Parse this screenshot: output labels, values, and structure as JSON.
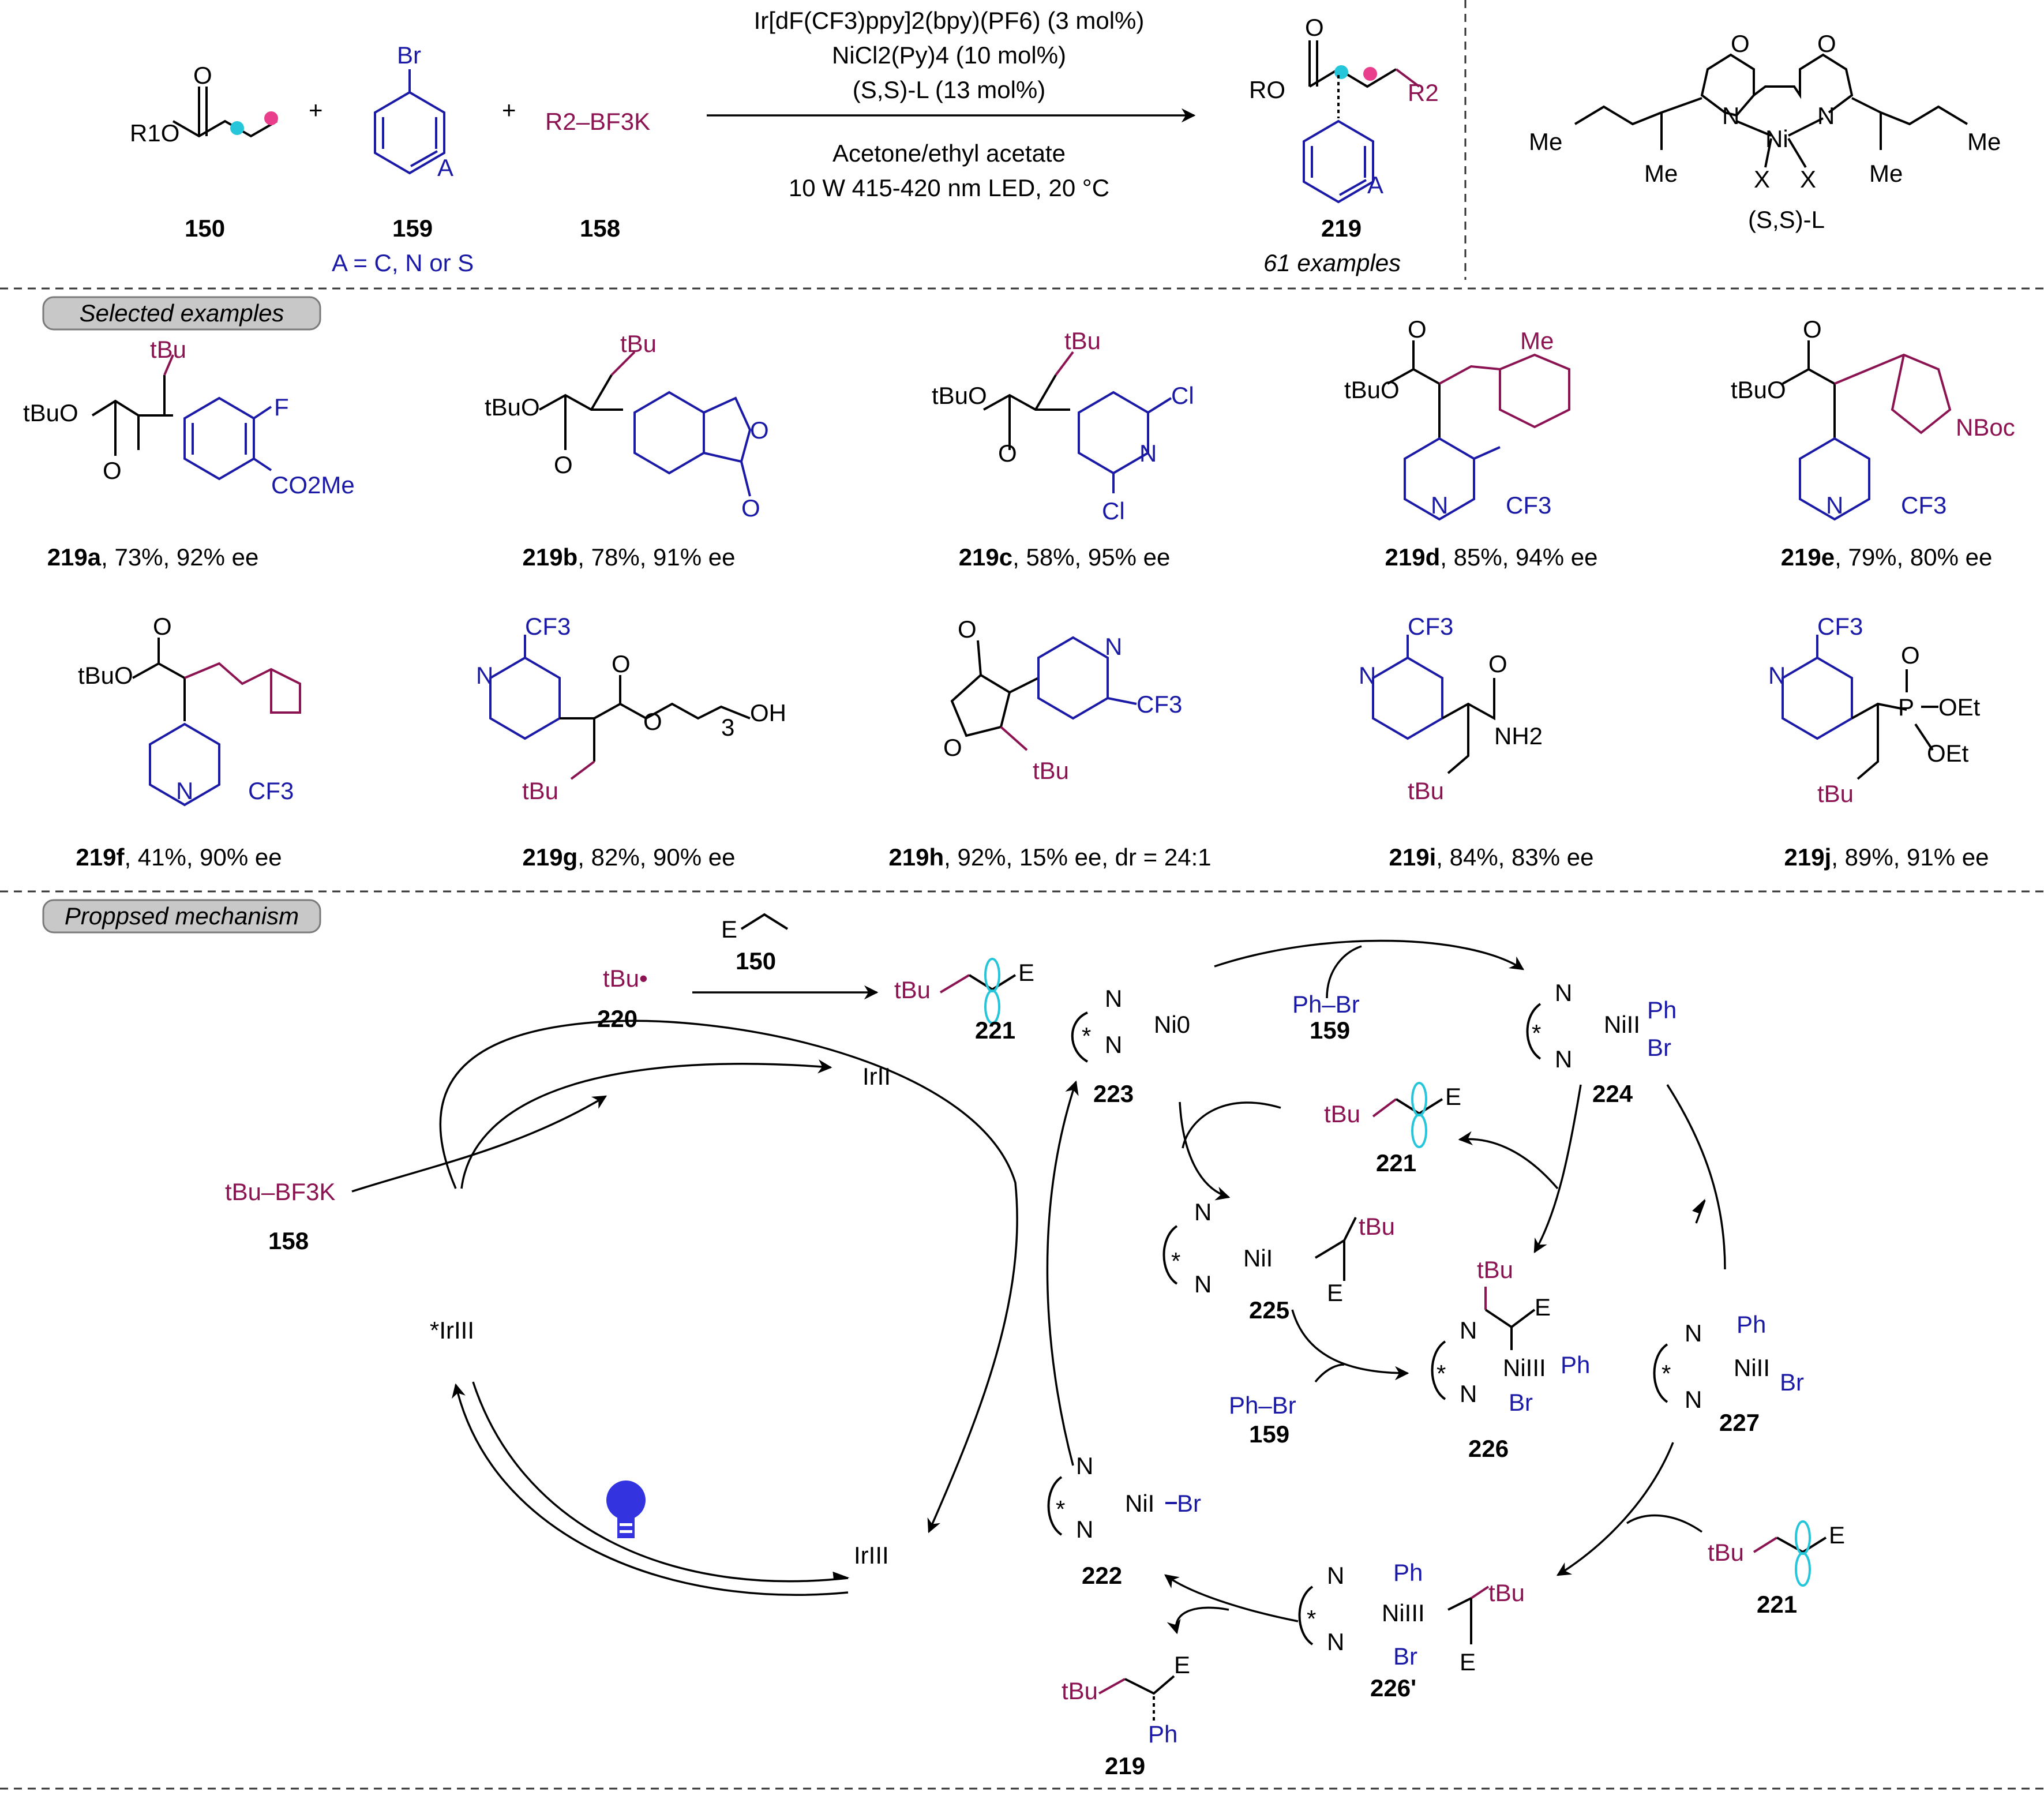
{
  "colors": {
    "blue": "#1a1aa6",
    "maroon": "#8c1352",
    "cyan": "#25c6d9",
    "pink": "#e83e8c",
    "pill": "#c8c8c8",
    "bulb": "#3333e0"
  },
  "scheme": {
    "cat1": "Ir[dF(CF3)ppy]2(bpy)(PF6) (3 mol%)",
    "cat2": "NiCl2(Py)4 (10 mol%)",
    "ligand": "(S,S)-L (13 mol%)",
    "solvent": "Acetone/ethyl acetate",
    "conditions": "10 W 415-420 nm LED, 20 °C",
    "plus": "+",
    "r1o": "R1O",
    "ro": "RO",
    "br": "Br",
    "a": "A",
    "r2": "R2",
    "r2bf3k": "R2–BF3K",
    "c150": "150",
    "c159": "159",
    "c158": "158",
    "c219": "219",
    "a_def": "A = C, N or S",
    "examples": "61 examples",
    "lig_label": "(S,S)-L",
    "lig_me": "Me",
    "lig_x": "X",
    "lig_ni": "Ni",
    "lig_n": "N",
    "lig_o": "O"
  },
  "pills": {
    "selected": "Selected examples",
    "mechanism": "Proppsed mechanism"
  },
  "examples": [
    {
      "id": "219a",
      "stats": ", 73%, 92% ee"
    },
    {
      "id": "219b",
      "stats": ", 78%, 91% ee"
    },
    {
      "id": "219c",
      "stats": ", 58%, 95% ee"
    },
    {
      "id": "219d",
      "stats": ", 85%, 94% ee"
    },
    {
      "id": "219e",
      "stats": ", 79%, 80% ee"
    },
    {
      "id": "219f",
      "stats": ", 41%, 90% ee"
    },
    {
      "id": "219g",
      "stats": ", 82%, 90% ee"
    },
    {
      "id": "219h",
      "stats": ", 92%, 15% ee, dr = 24:1"
    },
    {
      "id": "219i",
      "stats": ", 84%, 83% ee"
    },
    {
      "id": "219j",
      "stats": ", 89%, 91% ee"
    }
  ],
  "ex_text": {
    "tbu": "tBu",
    "tbuo": "tBuO",
    "o": "O",
    "f": "F",
    "co2me": "CO2Me",
    "cl": "Cl",
    "n": "N",
    "cf3": "CF3",
    "me": "Me",
    "nboc": "NBoc",
    "oh": "OH",
    "sub3": "3",
    "nh2": "NH2",
    "p": "P",
    "oet": "OEt"
  },
  "mech": {
    "tbu_rad": "tBu•",
    "c220": "220",
    "e_alkene": "E",
    "c150": "150",
    "c221": "221",
    "ir2": "IrII",
    "ir3star": "*IrIII",
    "ir3": "IrIII",
    "tbubf3k": "tBu–BF3K",
    "c158": "158",
    "ni0": "Ni0",
    "c223": "223",
    "phbr": "Ph–Br",
    "c159": "159",
    "ni2": "NiII",
    "c224": "224",
    "ph": "Ph",
    "br": "Br",
    "ni1": "NiI",
    "c225": "225",
    "e": "E",
    "ni3": "NiIII",
    "c226": "226",
    "c227": "227",
    "c222": "222",
    "c226p": "226'",
    "c219": "219",
    "n": "N",
    "star": "*"
  }
}
